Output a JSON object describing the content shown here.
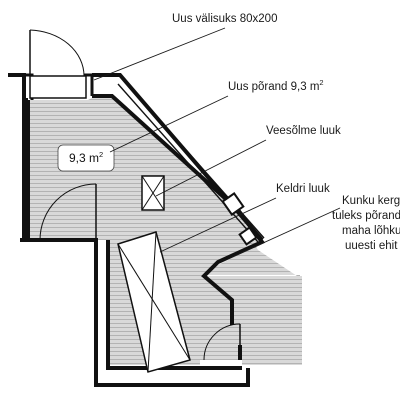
{
  "labels": {
    "door": "Uus välisuks 80x200",
    "floor_area_text": "Uus põrand 9,3 m",
    "floor_area_sup": "2",
    "water_hatch": "Veesõlme luuk",
    "cellar_hatch": "Keldri luuk",
    "note_line1": "Kunku kergsei",
    "note_line2": "tuleks põranda e",
    "note_line3": "maha lõhkuda",
    "note_line4": "uuesti ehit"
  },
  "room_area": {
    "value": "9,3 m",
    "sup": "2"
  },
  "colors": {
    "wall": "#111111",
    "floor_fill": "#d6d6d6",
    "hatch": "#8a8a8a",
    "line": "#1a1a1a"
  }
}
